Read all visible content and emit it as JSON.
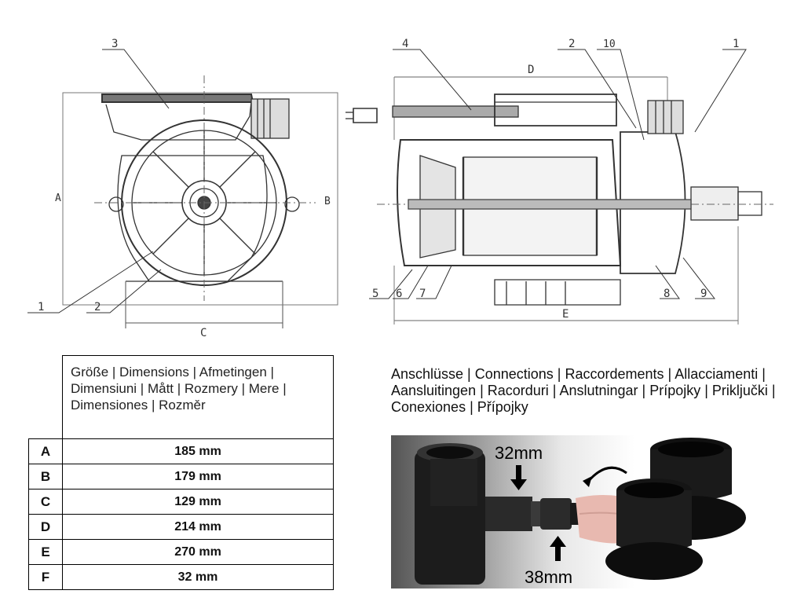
{
  "drawing": {
    "front_callouts": [
      "3",
      "1",
      "2"
    ],
    "front_dims": [
      "A",
      "B",
      "C"
    ],
    "side_callouts_top": [
      "4",
      "D",
      "2",
      "10",
      "1"
    ],
    "side_callouts_bottom": [
      "5",
      "6",
      "7",
      "8",
      "9"
    ],
    "side_dims": [
      "E"
    ]
  },
  "table": {
    "header": "Größe | Dimensions | Afmetingen | Dimensiuni | Mått | Rozmery | Mere | Dimensiones | Rozměr",
    "rows": [
      {
        "key": "A",
        "value": "185 mm"
      },
      {
        "key": "B",
        "value": "179 mm"
      },
      {
        "key": "C",
        "value": "129 mm"
      },
      {
        "key": "D",
        "value": "214 mm"
      },
      {
        "key": "E",
        "value": "270 mm"
      },
      {
        "key": "F",
        "value": "32 mm"
      }
    ]
  },
  "connections": {
    "title": "Anschlüsse | Connections | Raccordements | Allacciamenti | Aansluitingen | Racorduri | Anslutningar | Prípojky | Priključki | Conexiones | Přípojky",
    "label_top": "32mm",
    "label_bottom": "38mm"
  }
}
